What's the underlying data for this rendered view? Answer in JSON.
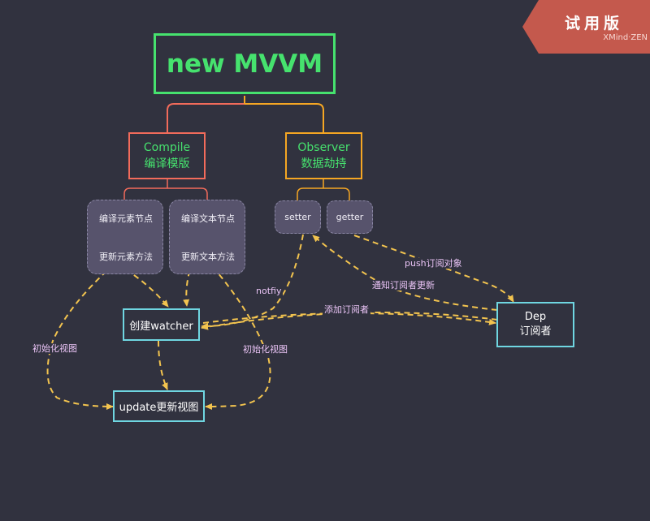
{
  "watermark": {
    "title": "试用版",
    "subtitle": "XMind·ZEN"
  },
  "root": "new MVVM",
  "compile": {
    "line1": "Compile",
    "line2": "编译模版"
  },
  "observer": {
    "line1": "Observer",
    "line2": "数据劫持"
  },
  "compile_children": [
    {
      "top": "编译元素节点",
      "bottom": "更新元素方法"
    },
    {
      "top": "编译文本节点",
      "bottom": "更新文本方法"
    }
  ],
  "setter": "setter",
  "getter": "getter",
  "watcher": "创建watcher",
  "update": "update更新视图",
  "dep": {
    "line1": "Dep",
    "line2": "订阅者"
  },
  "labels": {
    "notfiy": "notfiy",
    "push": "push订阅对象",
    "notify_update": "通知订阅者更新",
    "add_sub": "添加订阅者",
    "init_view_left": "初始化视图",
    "init_view_right": "初始化视图"
  },
  "colors": {
    "background": "#31323f",
    "root": "#46e26e",
    "compile": "#f26b5b",
    "observer": "#f5a623",
    "cyan": "#6fd6e1",
    "arrow": "#f3c44f",
    "watermark": "#c4594d"
  }
}
